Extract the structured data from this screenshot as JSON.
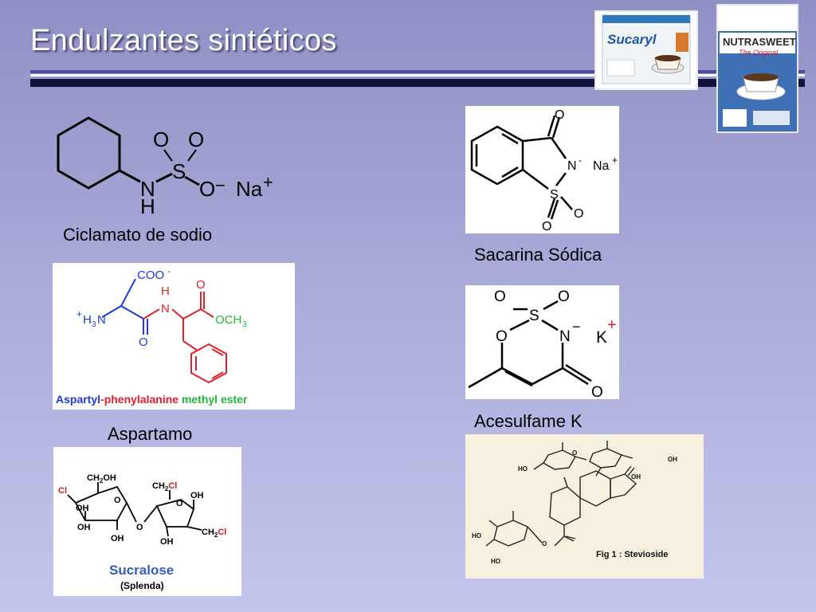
{
  "slide": {
    "title": "Endulzantes sintéticos"
  },
  "products": {
    "sucaryl": {
      "brand": "Sucaryl"
    },
    "nutrasweet": {
      "brand": "NUTRASWEET",
      "tagline": "The Original"
    }
  },
  "compounds": {
    "ciclamato": {
      "caption": "Ciclamato de sodio",
      "atoms": {
        "o1": "O",
        "o2": "O",
        "s": "S",
        "n": "N",
        "h": "H",
        "o_minus": "O",
        "minus": "−",
        "na": "Na",
        "plus": "+"
      }
    },
    "sacarina": {
      "caption": "Sacarina Sódica",
      "atoms": {
        "o_top": "O",
        "n": "N",
        "n_charge": "-",
        "na": "Na",
        "na_charge": "+",
        "s": "S",
        "o_b1": "O",
        "o_b2": "O"
      }
    },
    "aspartamo": {
      "caption": "Aspartamo",
      "atoms": {
        "coo": "COO",
        "coo_charge": "-",
        "h3n_plus": "+",
        "h3n": "H",
        "h3n_sub": "3",
        "h3n_n": "N",
        "o_amide": "O",
        "nh_h": "H",
        "nh_n": "N",
        "o_ester": "O",
        "och3": "OCH",
        "och3_sub": "3"
      },
      "label_parts": [
        "Aspartyl",
        "-phenylalanine",
        " methyl ester"
      ],
      "colors": {
        "aspartyl": "#1f3bd6",
        "phenylalanine": "#e0202a",
        "ester": "#22b83a"
      }
    },
    "acesulfame": {
      "caption": "Acesulfame K",
      "atoms": {
        "o1": "O",
        "o2": "O",
        "s": "S",
        "n": "N",
        "n_charge": "−",
        "o_ring": "O",
        "o_carbonyl": "O",
        "k": "K",
        "k_charge": "+"
      }
    },
    "sucralose": {
      "label": "Sucralose",
      "sublabel": "(Splenda)",
      "atoms": {
        "ch2oh": "CH",
        "ch2oh_sub": "2",
        "ch2oh_end": "OH",
        "cl1": "Cl",
        "oh1": "OH",
        "o_ring1": "O",
        "oh2": "OH",
        "oh3": "OH",
        "o_link": "O",
        "ch2cl": "CH",
        "ch2cl_sub": "2",
        "ch2cl_cl": "Cl",
        "o_ring2": "O",
        "oh4": "OH",
        "oh5": "OH",
        "ch2cl2": "CH",
        "ch2cl2_sub": "2",
        "ch2cl2_cl": "Cl"
      }
    },
    "stevioside": {
      "label": "Fig 1 : Stevioside",
      "atoms": {
        "o": "O",
        "oh": "HO",
        "oh2": "OH",
        "ho": "HO"
      }
    }
  }
}
